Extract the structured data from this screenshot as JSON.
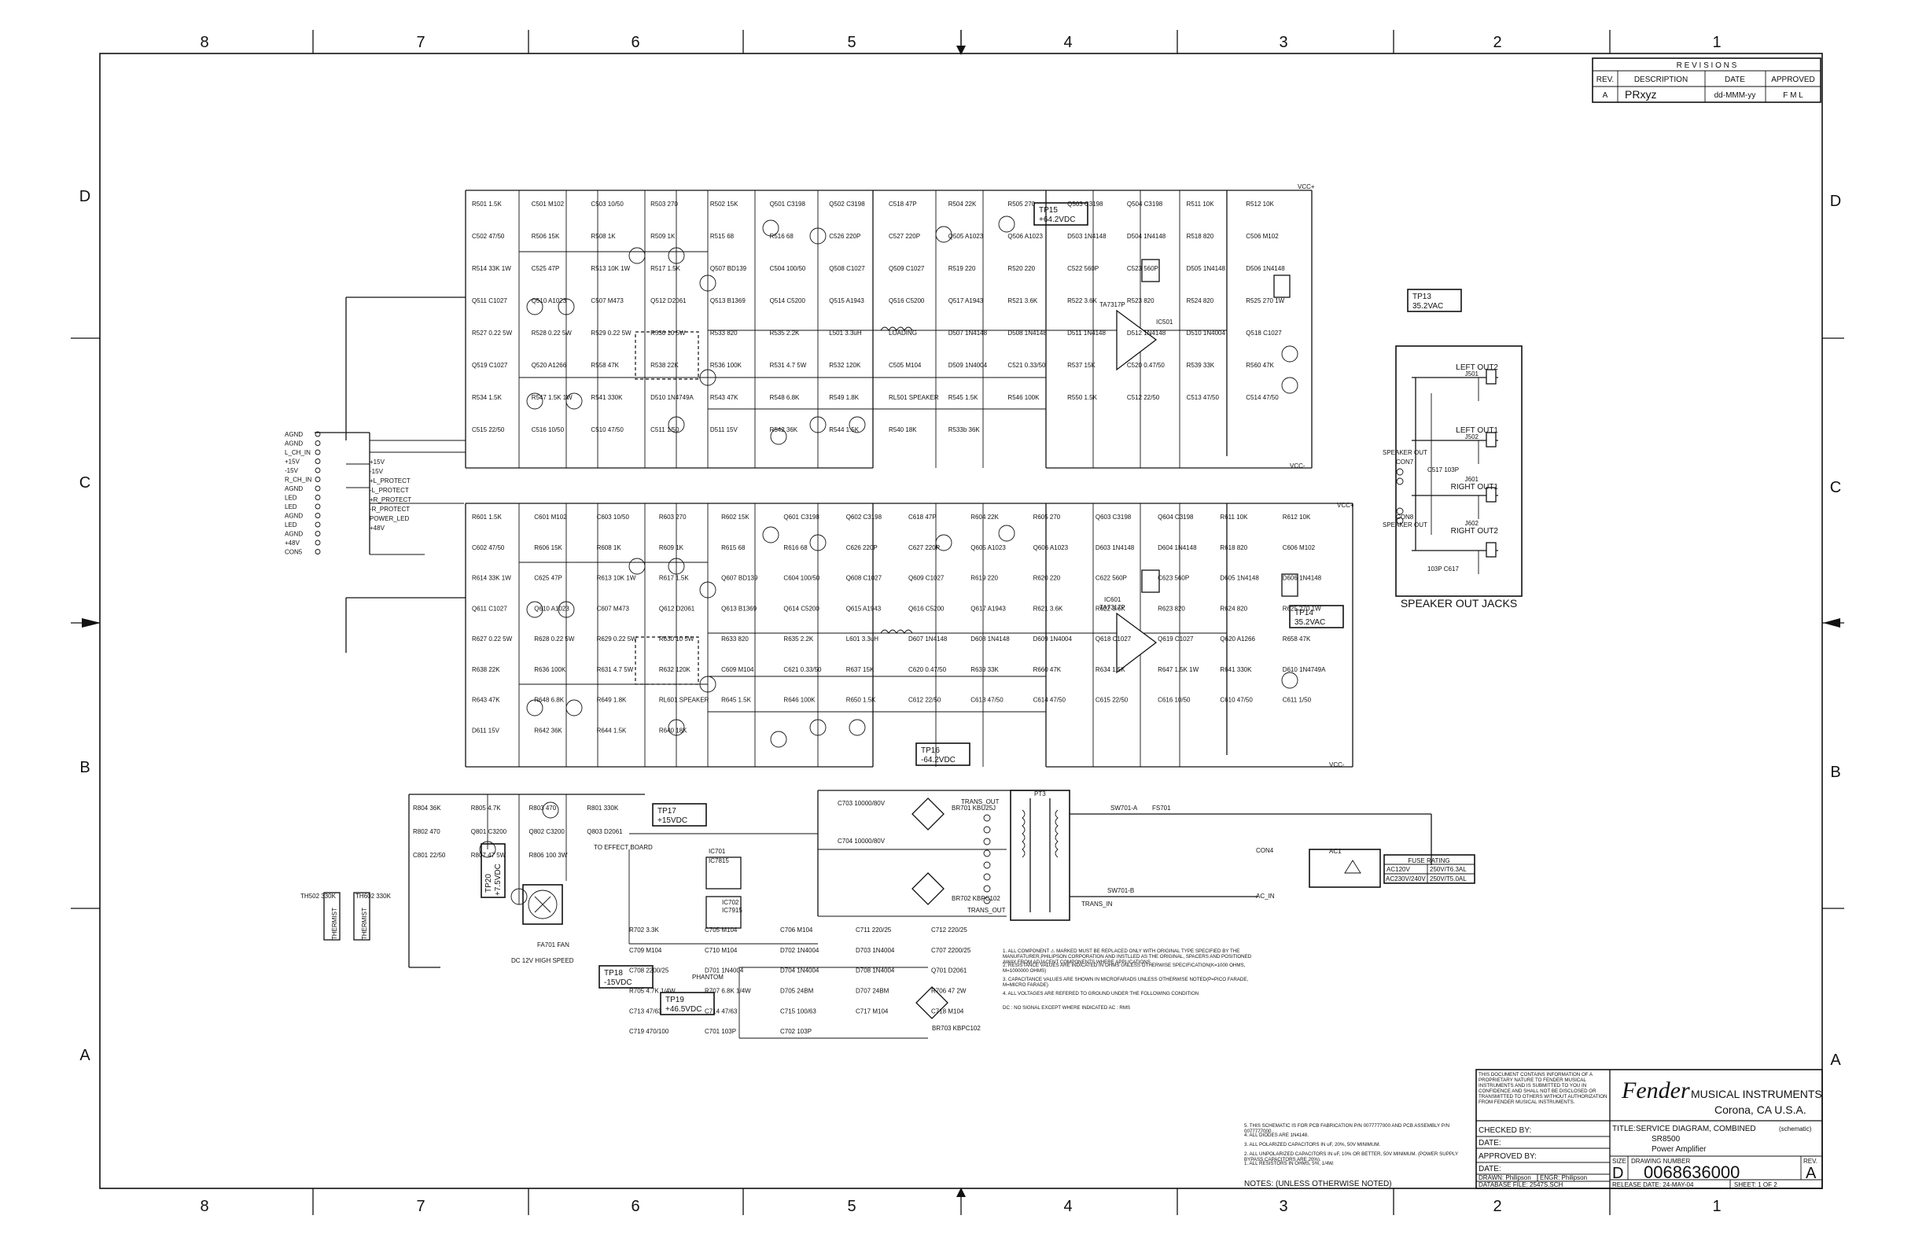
{
  "zones": {
    "columns": [
      "8",
      "7",
      "6",
      "5",
      "4",
      "3",
      "2",
      "1"
    ],
    "rows": [
      "D",
      "C",
      "B",
      "A"
    ]
  },
  "revisions": {
    "title": "R E V I S I O N S",
    "headers": [
      "REV.",
      "DESCRIPTION",
      "DATE",
      "APPROVED"
    ],
    "row": [
      "A",
      "PRxyz",
      "dd-MMM-yy",
      "F M L"
    ]
  },
  "test_points": [
    {
      "name": "TP15",
      "value": "+64.2VDC"
    },
    {
      "name": "TP13",
      "value": "35.2VAC"
    },
    {
      "name": "TP14",
      "value": "35.2VAC"
    },
    {
      "name": "TP16",
      "value": "-64.2VDC"
    },
    {
      "name": "TP17",
      "value": "+15VDC"
    },
    {
      "name": "TP18",
      "value": "-15VDC"
    },
    {
      "name": "TP19",
      "value": "+46.5VDC"
    },
    {
      "name": "TP20",
      "value": "+7.5VDC"
    }
  ],
  "ics": [
    "IC501",
    "TA7317P",
    "IC601",
    "TA7317P",
    "IC701",
    "IC7815",
    "IC702",
    "IC7915"
  ],
  "connector_pins": [
    "AGND",
    "AGND",
    "L_CH_IN",
    "+15V",
    "-15V",
    "R_CH_IN",
    "AGND",
    "LED",
    "LED",
    "AGND",
    "LED",
    "AGND",
    "+48V",
    "CON5"
  ],
  "signal_tags": [
    "+15V",
    "-15V",
    "+L_PROTECT",
    "-L_PROTECT",
    "+R_PROTECT",
    "-R_PROTECT",
    "POWER_LED",
    "+48V"
  ],
  "speaker_out": {
    "title": "SPEAKER OUT JACKS",
    "left_out2": "LEFT OUT2",
    "j501": "J501",
    "left_out1": "LEFT OUT1",
    "j502": "J502",
    "speaker_out": "SPEAKER OUT",
    "con7": "CON7",
    "con8": "CON8",
    "j601": "J601",
    "right_out1": "RIGHT OUT1",
    "j602": "J602",
    "right_out2": "RIGHT OUT2",
    "c517": "C517 103P",
    "c617": "103P C617"
  },
  "power": {
    "pt": "PT3",
    "trans_out": "TRANS_OUT",
    "trans_in": "TRANS_IN",
    "sw_a": "SW701-A",
    "sw_b": "SW701-B",
    "fuse": "FS701",
    "con4": "CON4",
    "ac1": "AC1",
    "ac_in": "AC_IN",
    "br701": "BR701 KBU25J",
    "br702": "BR702 KBPC102",
    "br703": "BR703 KBPC102",
    "c703": "C703 10000/80V",
    "c704": "C704 10000/80V",
    "effect_board": "TO EFFECT BOARD",
    "phantom": "PHANTOM",
    "fan": "FA701 FAN",
    "fan_note": "DC 12V HIGH SPEED",
    "th501": "TH502 330K",
    "th502": "TH602 330K",
    "thermistor": "THERMIST"
  },
  "fuse_rating": {
    "title": "FUSE RATING",
    "rows": [
      [
        "AC120V",
        "250V/T6.3AL"
      ],
      [
        "AC230V/240V",
        "250V/T5.0AL"
      ]
    ]
  },
  "left_channel_parts": [
    "R501 1.5K",
    "C501 M102",
    "C503 10/50",
    "R503 270",
    "R502 15K",
    "Q501 C3198",
    "Q502 C3198",
    "C518 47P",
    "R504 22K",
    "R505 270",
    "Q503 C3198",
    "Q504 C3198",
    "R511 10K",
    "R512 10K",
    "C502 47/50",
    "R506 15K",
    "R508 1K",
    "R509 1K",
    "R515 68",
    "R516 68",
    "C526 220P",
    "C527 220P",
    "Q505 A1023",
    "Q506 A1023",
    "D503 1N4148",
    "D504 1N4148",
    "R518 820",
    "C506 M102",
    "R514 33K 1W",
    "C525 47P",
    "R513 10K 1W",
    "R517 1.5K",
    "Q507 BD139",
    "C504 100/50",
    "Q508 C1027",
    "Q509 C1027",
    "R519 220",
    "R520 220",
    "C522 560P",
    "C523 560P",
    "D505 1N4148",
    "D506 1N4148",
    "Q511 C1027",
    "Q510 A1023",
    "C507 M473",
    "Q512 D2061",
    "Q513 B1369",
    "Q514 C5200",
    "Q515 A1943",
    "Q516 C5200",
    "Q517 A1943",
    "R521 3.6K",
    "R522 3.6K",
    "R523 820",
    "R524 820",
    "R525 270 1W",
    "R527 0.22 5W",
    "R528 0.22 5W",
    "R529 0.22 5W",
    "R530 10 5W",
    "R533 820",
    "R535 2.2K",
    "L501 3.3uH",
    "LOADING",
    "D507 1N4148",
    "D508 1N4148",
    "D511 1N4148",
    "D512 1N4148",
    "D510 1N4004",
    "Q518 C1027",
    "Q519 C1027",
    "Q520 A1266",
    "R558 47K",
    "R538 22K",
    "R536 100K",
    "R531 4.7 5W",
    "R532 120K",
    "C505 M104",
    "D509 1N4004",
    "C521 0.33/50",
    "R537 15K",
    "C520 0.47/50",
    "R539 33K",
    "R560 47K",
    "R534 1.5K",
    "R547 1.5K 1W",
    "R541 330K",
    "D510 1N4749A",
    "R543 47K",
    "R548 6.8K",
    "R549 1.8K",
    "RL501 SPEAKER",
    "R545 1.5K",
    "R546 100K",
    "R550 1.5K",
    "C512 22/50",
    "C513 47/50",
    "C514 47/50",
    "C515 22/50",
    "C516 10/50",
    "C510 47/50",
    "C511 1/50",
    "D511 15V",
    "R542 36K",
    "R544 1.5K",
    "R540 18K",
    "R533b 36K"
  ],
  "right_channel_parts": [
    "R601 1.5K",
    "C601 M102",
    "C603 10/50",
    "R603 270",
    "R602 15K",
    "Q601 C3198",
    "Q602 C3198",
    "C618 47P",
    "R604 22K",
    "R605 270",
    "Q603 C3198",
    "Q604 C3198",
    "R611 10K",
    "R612 10K",
    "C602 47/50",
    "R606 15K",
    "R608 1K",
    "R609 1K",
    "R615 68",
    "R616 68",
    "C626 220P",
    "C627 220P",
    "Q605 A1023",
    "Q606 A1023",
    "D603 1N4148",
    "D604 1N4148",
    "R618 820",
    "C606 M102",
    "R614 33K 1W",
    "C625 47P",
    "R613 10K 1W",
    "R617 1.5K",
    "Q607 BD139",
    "C604 100/50",
    "Q608 C1027",
    "Q609 C1027",
    "R619 220",
    "R620 220",
    "C622 560P",
    "C623 560P",
    "D605 1N4148",
    "D606 1N4148",
    "Q611 C1027",
    "Q610 A1023",
    "C607 M473",
    "Q612 D2061",
    "Q613 B1369",
    "Q614 C5200",
    "Q615 A1943",
    "Q616 C5200",
    "Q617 A1943",
    "R621 3.6K",
    "R622 3.6K",
    "R623 820",
    "R624 820",
    "R625 270 1W",
    "R627 0.22 5W",
    "R628 0.22 5W",
    "R629 0.22 5W",
    "R630 10 5W",
    "R633 820",
    "R635 2.2K",
    "L601 3.3uH",
    "D607 1N4148",
    "D608 1N4148",
    "D609 1N4004",
    "Q618 C1027",
    "Q619 C1027",
    "Q620 A1266",
    "R658 47K",
    "R638 22K",
    "R636 100K",
    "R631 4.7 5W",
    "R632 120K",
    "C609 M104",
    "C621 0.33/50",
    "R637 15K",
    "C620 0.47/50",
    "R639 33K",
    "R660 47K",
    "R634 1.5K",
    "R647 1.5K 1W",
    "R641 330K",
    "D610 1N4749A",
    "R643 47K",
    "R648 6.8K",
    "R649 1.8K",
    "RL601 SPEAKER",
    "R645 1.5K",
    "R646 100K",
    "R650 1.5K",
    "C612 22/50",
    "C613 47/50",
    "C614 47/50",
    "C615 22/50",
    "C616 10/50",
    "C610 47/50",
    "C611 1/50",
    "D611 15V",
    "R642 36K",
    "R644 1.5K",
    "R640 18K"
  ],
  "fan_parts": [
    "R804 36K",
    "R805 4.7K",
    "R803 470",
    "R801 330K",
    "R802 470",
    "Q801 C3200",
    "Q802 C3200",
    "Q803 D2061",
    "C801 22/50",
    "R807 47 5W",
    "R806 100 3W"
  ],
  "supply_parts": [
    "R702 3.3K",
    "C705 M104",
    "C706 M104",
    "C711 220/25",
    "C712 220/25",
    "C709 M104",
    "C710 M104",
    "D702 1N4004",
    "D703 1N4004",
    "C707 2200/25",
    "C708 2200/25",
    "D701 1N4004",
    "D704 1N4004",
    "D708 1N4004",
    "Q701 D2061",
    "R705 4.7K 1/4W",
    "R707 6.8K 1/4W",
    "D705 24BM",
    "D707 24BM",
    "R706 47 2W",
    "C713 47/63",
    "C714 47/63",
    "C715 100/63",
    "C717 M104",
    "C718 M104",
    "C719 470/100",
    "C701 103P",
    "C702 103P"
  ],
  "notes": {
    "header": "NOTES: (UNLESS OTHERWISE NOTED)",
    "items": [
      "1. ALL COMPONENT ⚠ MARKED MUST BE REPLACED ONLY WITH ORIGINAL TYPE SPECIFIED BY THE MANUFATURER,PHILIPSON CORPORATION AND INSTLLED AS THE ORIGINAL, SPACERS AND POSITIONED AWAY FROM ADJACENT COMPONENTS WHERE APPLICATIONS.",
      "2. RESISTANCE VALUES ARE INDICATED IN OHMS UNLESS OTHERWISE SPECIFICATION(K=1000 OHMS, M=1000000 OHMS)",
      "3. CAPACITANCE VALUES ARE SHOWN IN MICROFARADS UNLESS OTHERWISE NOTED(P=PICO FARADE, M=MICRO FARADE)",
      "4. ALL VOLTAGES ARE REFERED TO GROUND UNDER THE FOLLOWING CONDITION",
      "DC : NO SIGNAL EXCEPT WHERE INDICATED  AC : RMS",
      "1. ALL RESISTORS IN OHMS, 5%, 1/4W.",
      "2. ALL UNPOLARIZED CAPACITORS IN uF, 10% OR BETTER, 50V MINIMUM. (POWER SUPPLY BYPASS CAPACITORS ARE 20%).",
      "3. ALL POLARIZED CAPACITORS IN uF, 20%, 50V MINIMUM.",
      "4. ALL DIODES ARE 1N4148.",
      "5. THIS SCHEMATIC IS FOR PCB FABRICATION P/N 0077777000 AND PCB ASSEMBLY P/N 0077777000"
    ]
  },
  "title_block": {
    "confidential": "THIS DOCUMENT CONTAINS INFORMATION OF A PROPRIETARY NATURE TO FENDER MUSICAL INSTRUMENTS AND IS SUBMITTED TO YOU IN CONFIDENCE AND SHALL NOT BE DISCLOSED OR TRANSMITTED TO OTHERS WITHOUT AUTHORIZATION FROM FENDER MUSICAL INSTRUMENTS.",
    "logo": "Fender",
    "company": "MUSICAL INSTRUMENTS",
    "location": "Corona, CA  U.S.A.",
    "checked_by": "CHECKED BY:",
    "date1": "DATE:",
    "approved_by": "APPROVED BY:",
    "date2": "DATE:",
    "drawn": "DRAWN: Philipson",
    "engr": "ENGR: Philipson",
    "database": "DATABASE FILE:  2547S.SCH",
    "title_label": "TITLE:SERVICE DIAGRAM, COMBINED",
    "title_sub": "(schematic)",
    "model": "SR8500",
    "product": "Power Amplifier",
    "size_label": "SIZE",
    "size": "D",
    "drawing_number_label": "DRAWING NUMBER",
    "drawing_number": "0068636000",
    "rev_label": "REV.",
    "rev": "A",
    "release_date": "RELEASE DATE: 24-MAY-04",
    "sheet": "SHEET:  1  OF  2"
  }
}
